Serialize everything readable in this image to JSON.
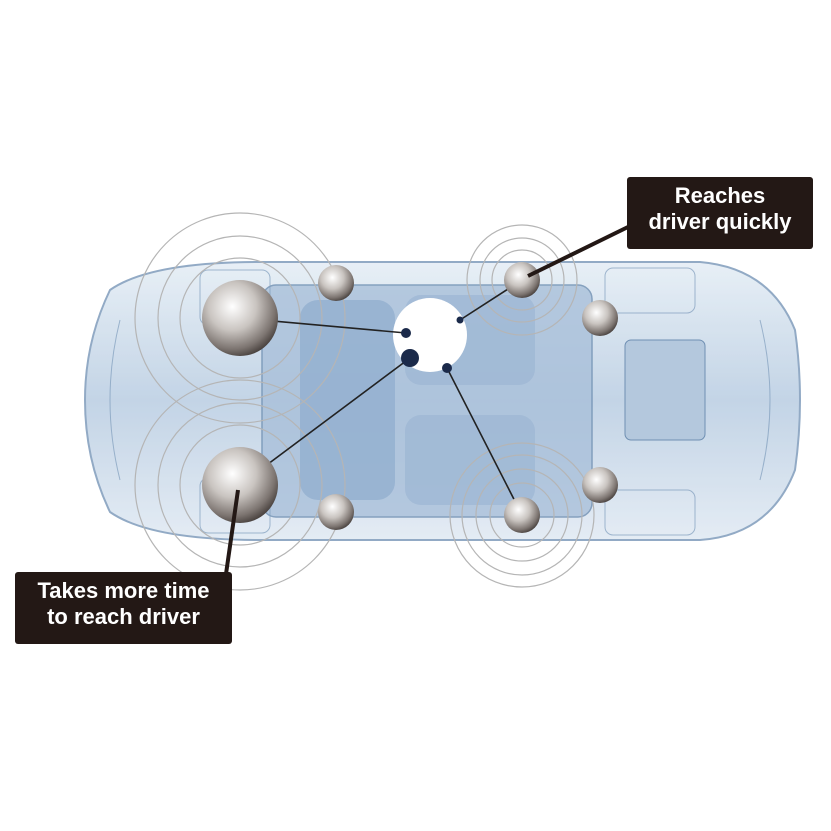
{
  "callouts": {
    "near": {
      "line1": "Reaches",
      "line2": "driver quickly"
    },
    "far": {
      "line1": "Takes more time",
      "line2": "to reach driver"
    }
  },
  "colors": {
    "callout_bg": "#231815",
    "car_body": "#c9d8e8",
    "car_line": "#7f9cbc",
    "ring": "#b5b5b5"
  }
}
